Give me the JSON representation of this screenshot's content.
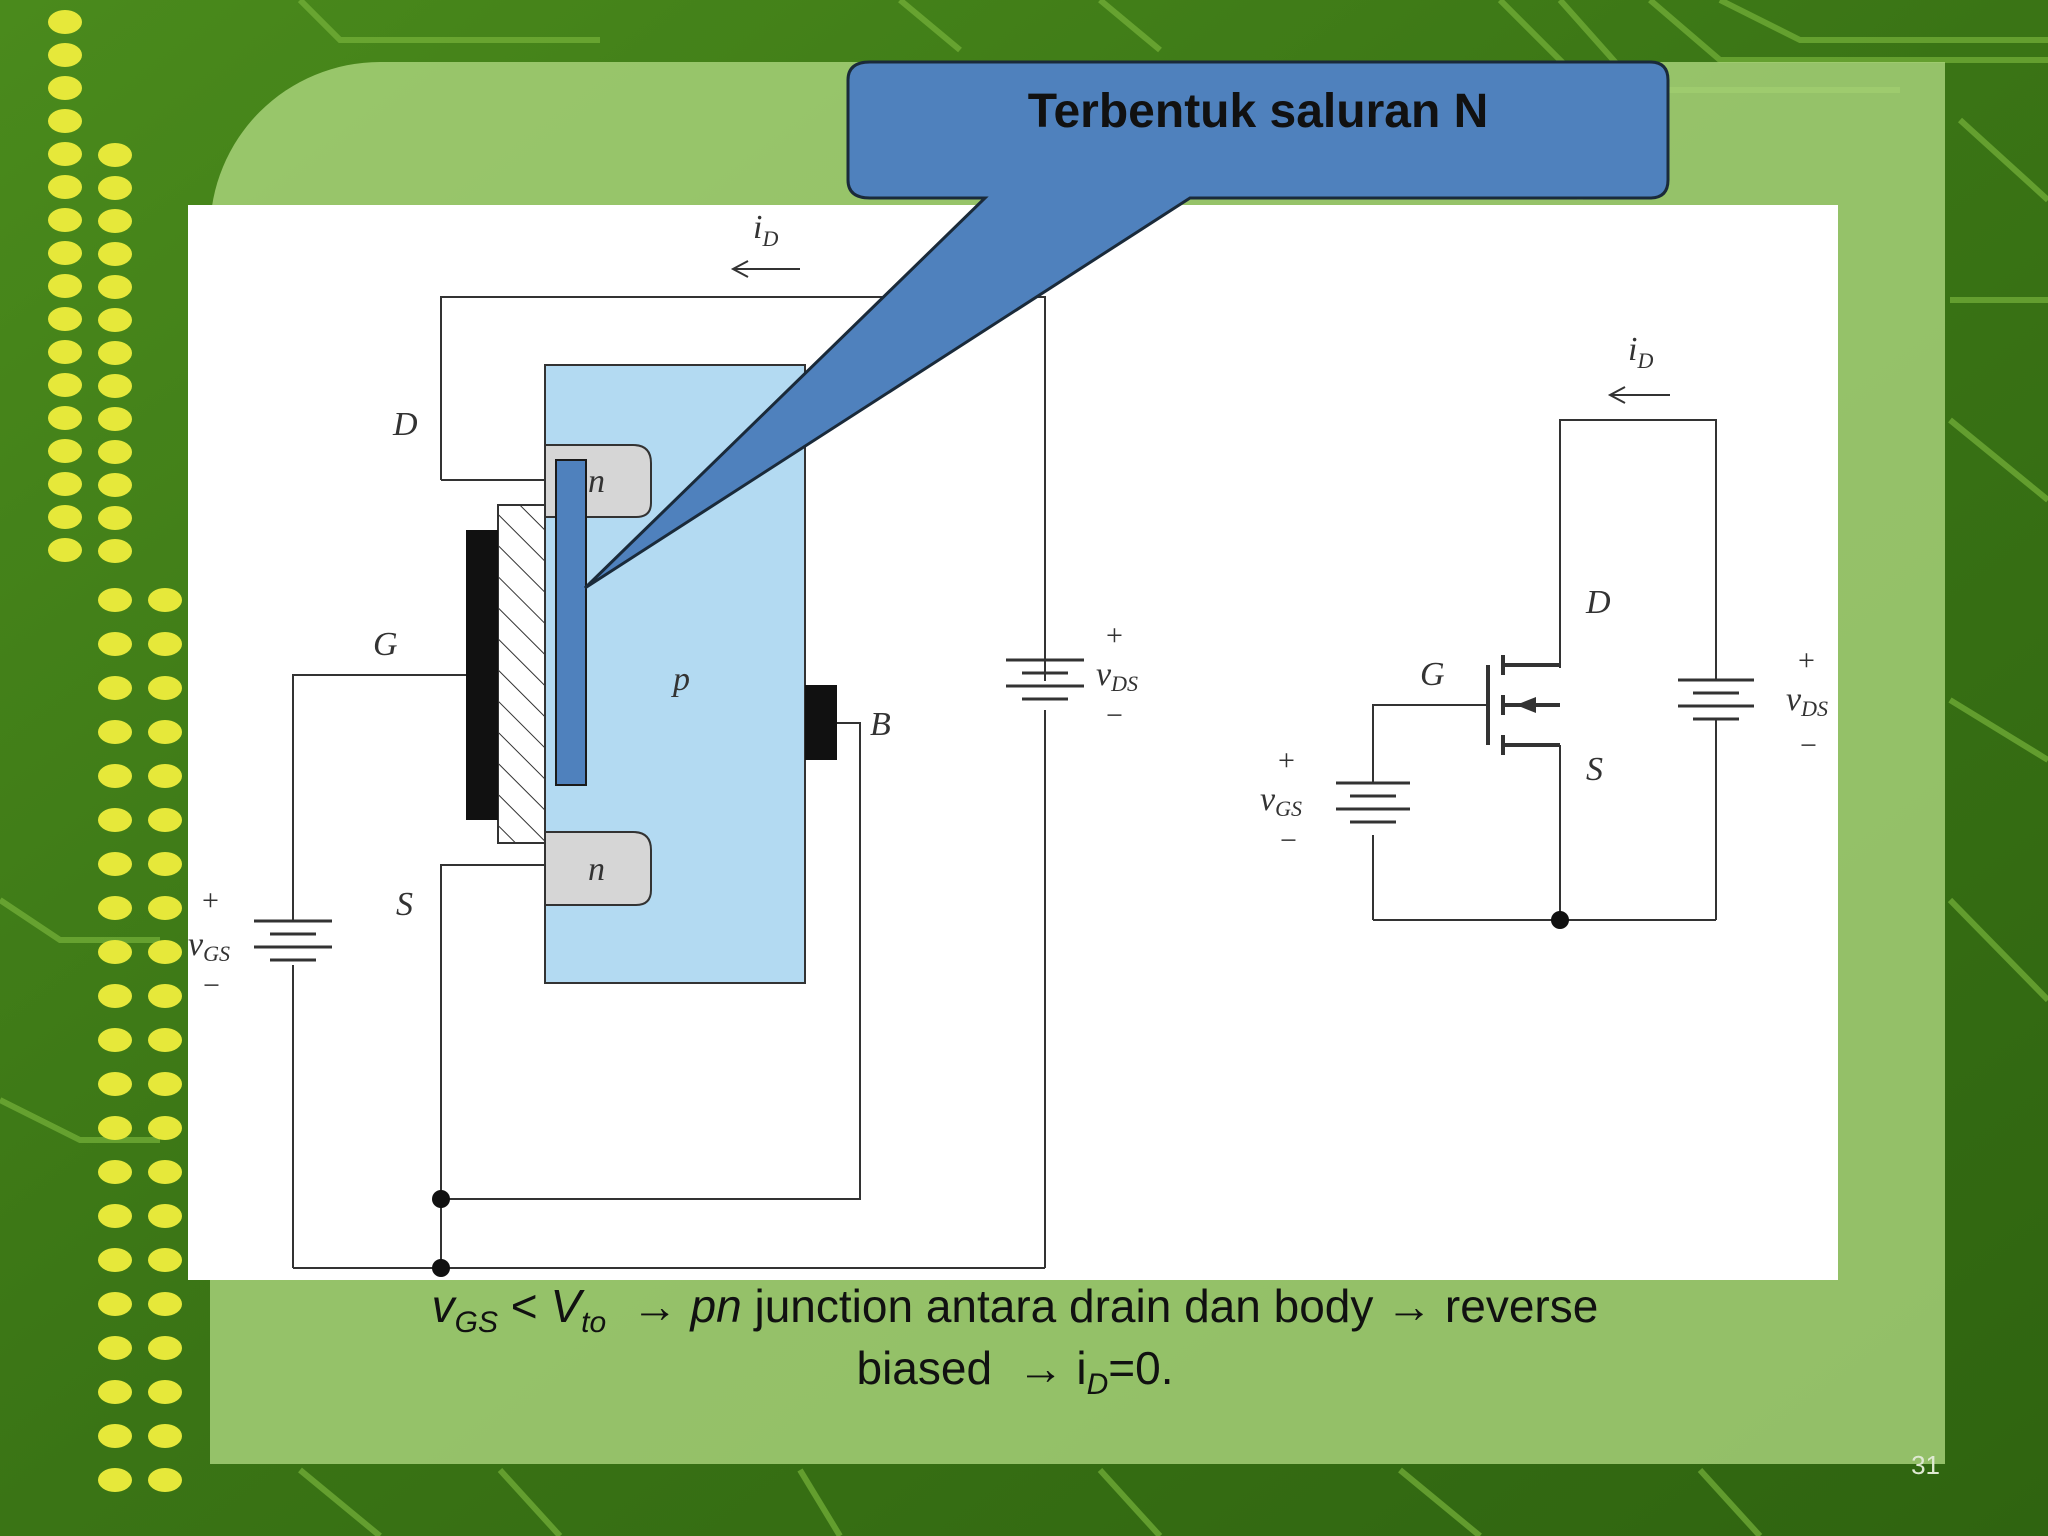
{
  "slide": {
    "callout_text": "Terbentuk saluran N",
    "page_number": "31"
  },
  "caption": {
    "line1_parts": {
      "v": "v",
      "v_sub": "GS",
      "lt": " < ",
      "V": "V",
      "V_sub": "to",
      "arrow1": "  → ",
      "pn": "pn",
      "rest1": " junction antara drain dan body → reverse"
    },
    "line2_parts": {
      "biased": "biased  → i",
      "i_sub": "D",
      "rest2": "=0."
    }
  },
  "left_circuit": {
    "current_label": "i",
    "current_sub": "D",
    "drain": "D",
    "gate": "G",
    "source": "S",
    "body": "B",
    "substrate": "p",
    "n_top": "n",
    "n_bottom": "n",
    "vgs_plus": "+",
    "vgs": "v",
    "vgs_sub": "GS",
    "vgs_minus": "−",
    "vds_plus": "+",
    "vds": "v",
    "vds_sub": "DS",
    "vds_minus": "−"
  },
  "right_circuit": {
    "current_label": "i",
    "current_sub": "D",
    "drain": "D",
    "gate": "G",
    "source": "S",
    "vgs_plus": "+",
    "vgs": "v",
    "vgs_sub": "GS",
    "vgs_minus": "−",
    "vds_plus": "+",
    "vds": "v",
    "vds_sub": "DS",
    "vds_minus": "−"
  },
  "colors": {
    "background": "#3d7a18",
    "panel": "#b5d98a",
    "callout": "#4f81bd",
    "substrate": "#b3daf2",
    "n_region": "#d6d6d6",
    "channel": "#4f81bd",
    "dots": "#e6e83a"
  }
}
